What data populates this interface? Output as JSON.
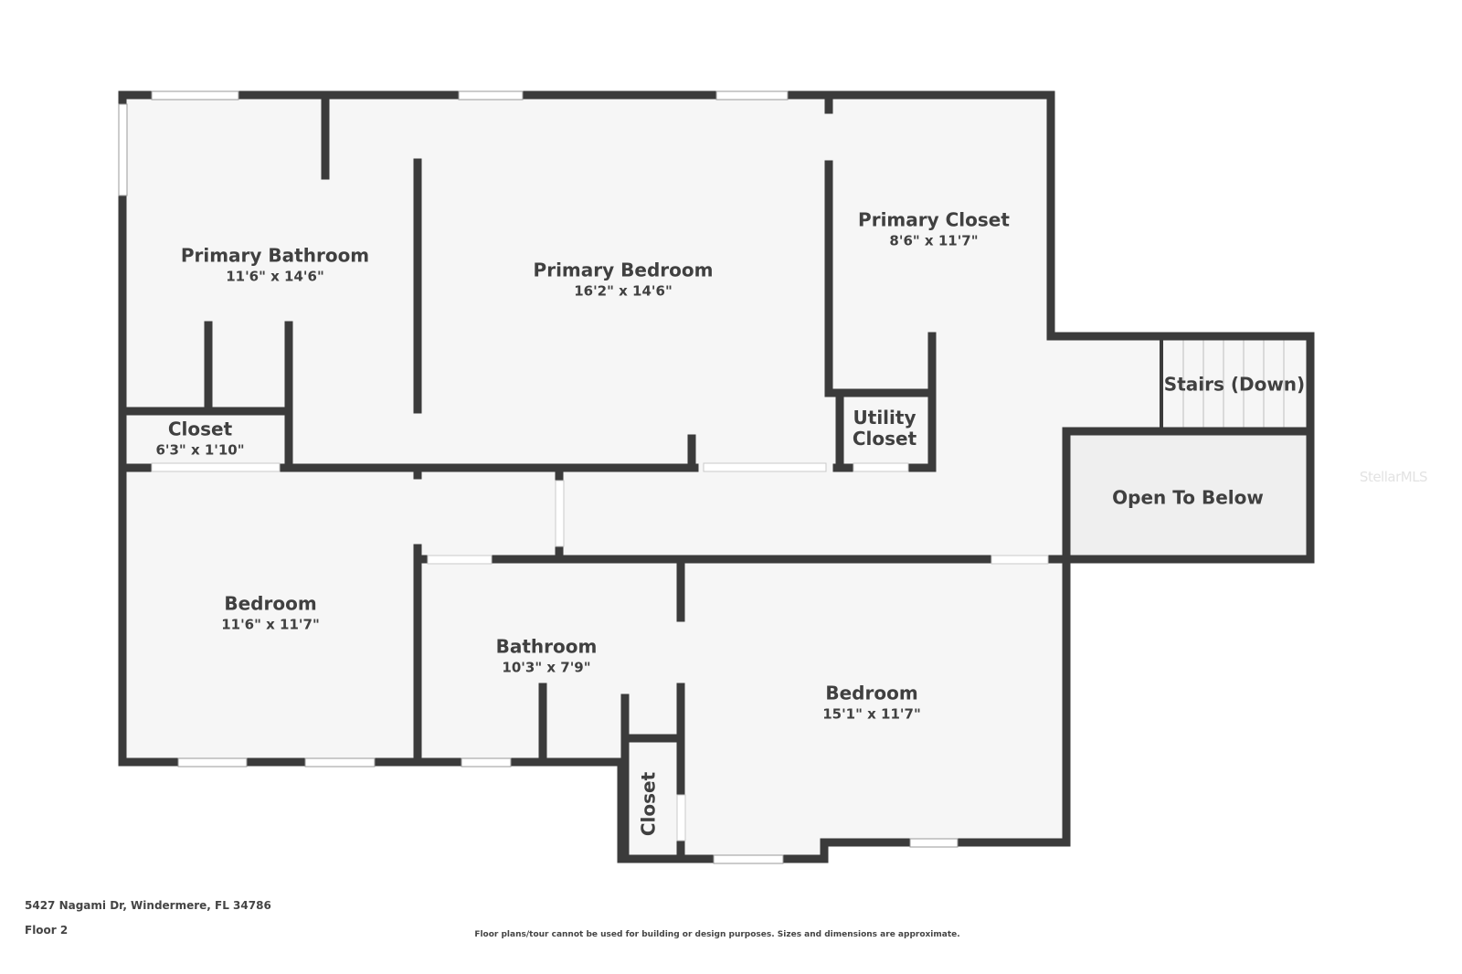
{
  "floorplan": {
    "rooms": [
      {
        "name": "Primary Bathroom",
        "dimensions": "11'6\" x 14'6\""
      },
      {
        "name": "Primary Bedroom",
        "dimensions": "16'2\" x 14'6\""
      },
      {
        "name": "Primary Closet",
        "dimensions": "8'6\" x 11'7\""
      },
      {
        "name": "Closet",
        "dimensions": "6'3\" x 1'10\""
      },
      {
        "name": "Utility\nCloset",
        "dimensions": ""
      },
      {
        "name": "Stairs (Down)",
        "dimensions": ""
      },
      {
        "name": "Open To Below",
        "dimensions": ""
      },
      {
        "name": "Bedroom",
        "dimensions": "11'6\" x 11'7\""
      },
      {
        "name": "Bathroom",
        "dimensions": "10'3\" x 7'9\""
      },
      {
        "name": "Bedroom",
        "dimensions": "15'1\" x 11'7\""
      },
      {
        "name": "Closet",
        "dimensions": ""
      }
    ],
    "colors": {
      "wall": "#3b3b3b",
      "floor": "#f6f6f6",
      "open_to_below": "#efefef",
      "text": "#404040"
    }
  },
  "footer": {
    "address": "5427 Nagami Dr, Windermere, FL 34786",
    "floor": "Floor 2",
    "disclaimer": "Floor plans/tour cannot be used for building or design purposes. Sizes and dimensions are approximate."
  },
  "watermark": "StellarMLS"
}
